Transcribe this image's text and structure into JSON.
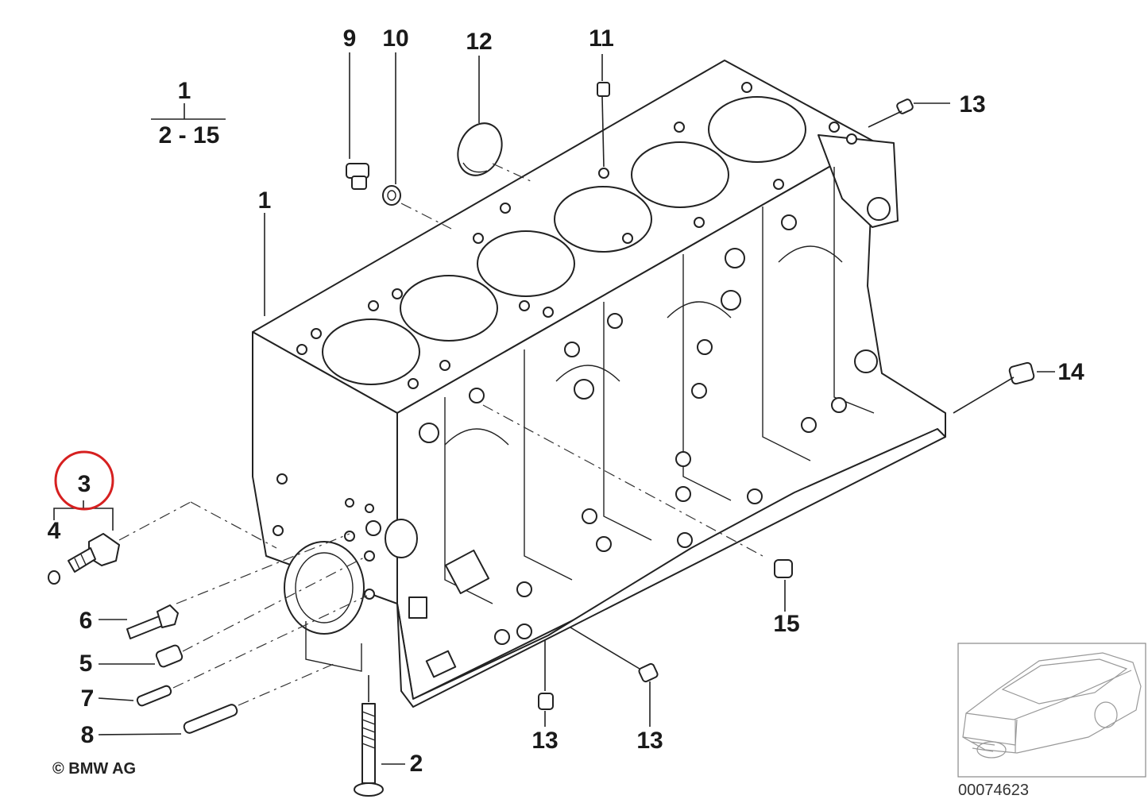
{
  "diagram": {
    "copyright": "© BMW AG",
    "reference_number": "00074623",
    "group_label": {
      "top": "1",
      "bottom": "2 - 15"
    },
    "highlight_color": "#d62020",
    "callouts": [
      {
        "id": "c9",
        "text": "9"
      },
      {
        "id": "c10",
        "text": "10"
      },
      {
        "id": "c12",
        "text": "12"
      },
      {
        "id": "c11",
        "text": "11"
      },
      {
        "id": "c13a",
        "text": "13"
      },
      {
        "id": "c1",
        "text": "1"
      },
      {
        "id": "c14",
        "text": "14"
      },
      {
        "id": "c3",
        "text": "3"
      },
      {
        "id": "c4",
        "text": "4"
      },
      {
        "id": "c6",
        "text": "6"
      },
      {
        "id": "c5",
        "text": "5"
      },
      {
        "id": "c7",
        "text": "7"
      },
      {
        "id": "c8",
        "text": "8"
      },
      {
        "id": "c2",
        "text": "2"
      },
      {
        "id": "c13b",
        "text": "13"
      },
      {
        "id": "c13c",
        "text": "13"
      },
      {
        "id": "c15",
        "text": "15"
      }
    ]
  }
}
